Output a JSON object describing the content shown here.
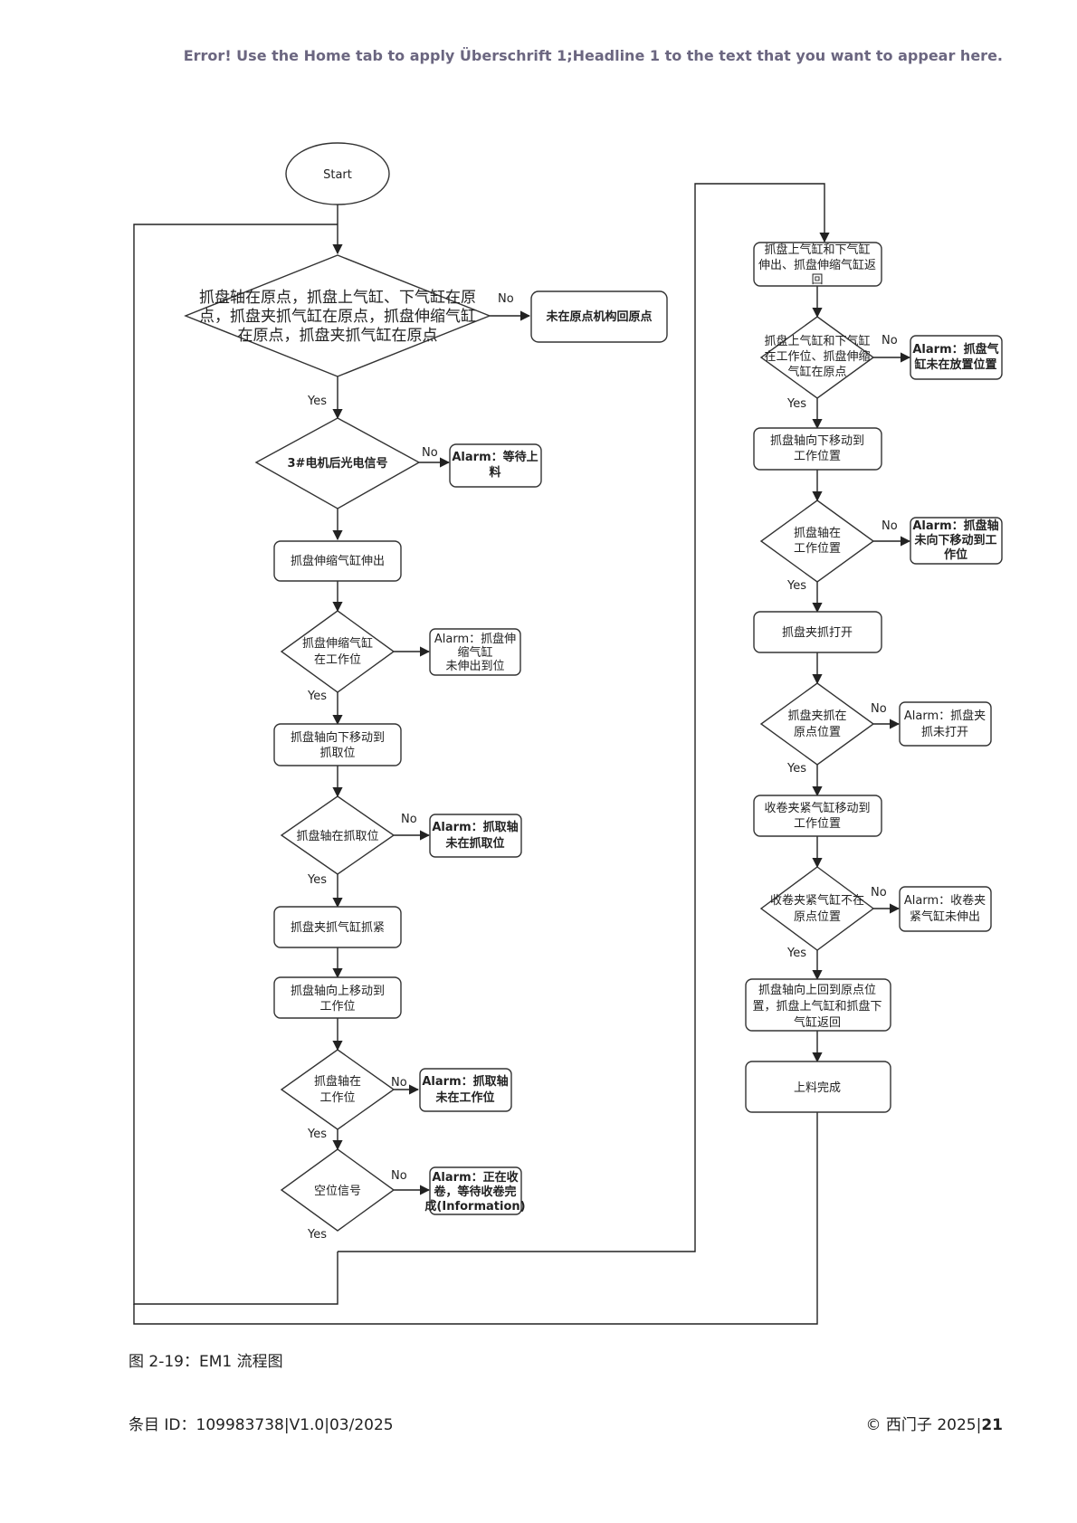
{
  "header": "Error! Use the Home tab to apply Überschrift 1;Headline 1 to the text that you want to appear here.",
  "caption": "图 2-19：EM1 流程图",
  "footer": {
    "doc_id": "条目 ID：109983738|V1.0|03/2025",
    "copyright": "© 西门子 2025|",
    "page": "21"
  },
  "labels": {
    "yes": "Yes",
    "no": "No"
  },
  "flow": {
    "start": "Start",
    "d_home": [
      "抓盘轴在原点，抓盘上气缸、下气缸在原",
      "点，抓盘夹抓气缸在原点，抓盘伸缩气缸",
      "在原点，抓盘夹抓气缸在原点"
    ],
    "p_home": "未在原点机构回原点",
    "d_photo": "3#电机后光电信号",
    "a_wait": [
      "Alarm：等待上",
      "料"
    ],
    "s_ext": "抓盘伸缩气缸伸出",
    "d_ext": [
      "抓盘伸缩气缸",
      "在工作位"
    ],
    "a_ext": [
      "Alarm：抓盘伸",
      "缩气缸",
      "未伸出到位"
    ],
    "s_down": [
      "抓盘轴向下移动到",
      "抓取位"
    ],
    "d_grab": "抓盘轴在抓取位",
    "a_grab": [
      "Alarm：抓取轴",
      "未在抓取位"
    ],
    "s_clamp": "抓盘夹抓气缸抓紧",
    "s_up": [
      "抓盘轴向上移动到",
      "工作位"
    ],
    "d_work": [
      "抓盘轴在",
      "工作位"
    ],
    "a_work": [
      "Alarm：抓取轴",
      "未在工作位"
    ],
    "d_empty": "空位信号",
    "a_empty": [
      "Alarm：正在收",
      "卷，等待收卷完",
      "成(Information)"
    ],
    "r_ret": [
      "抓盘上气缸和下气缸",
      "伸出、抓盘伸缩气缸返",
      "回"
    ],
    "d_cyl": [
      "抓盘上气缸和下气缸",
      "在工作位、抓盘伸缩",
      "气缸在原点"
    ],
    "a_cyl": [
      "Alarm：抓盘气",
      "缸未在放置位置"
    ],
    "r_down": [
      "抓盘轴向下移动到",
      "工作位置"
    ],
    "d_axis": [
      "抓盘轴在",
      "工作位置"
    ],
    "a_axis": [
      "Alarm：抓盘轴",
      "未向下移动到工",
      "作位"
    ],
    "r_open": "抓盘夹抓打开",
    "d_clamp": [
      "抓盘夹抓在",
      "原点位置"
    ],
    "a_clamp": [
      "Alarm：抓盘夹",
      "抓未打开"
    ],
    "r_wind": [
      "收卷夹紧气缸移动到",
      "工作位置"
    ],
    "d_wind": [
      "收卷夹紧气缸不在",
      "原点位置"
    ],
    "a_wind": [
      "Alarm：收卷夹",
      "紧气缸未伸出"
    ],
    "r_back": [
      "抓盘轴向上回到原点位",
      "置，抓盘上气缸和抓盘下",
      "气缸返回"
    ],
    "r_done": "上料完成"
  }
}
